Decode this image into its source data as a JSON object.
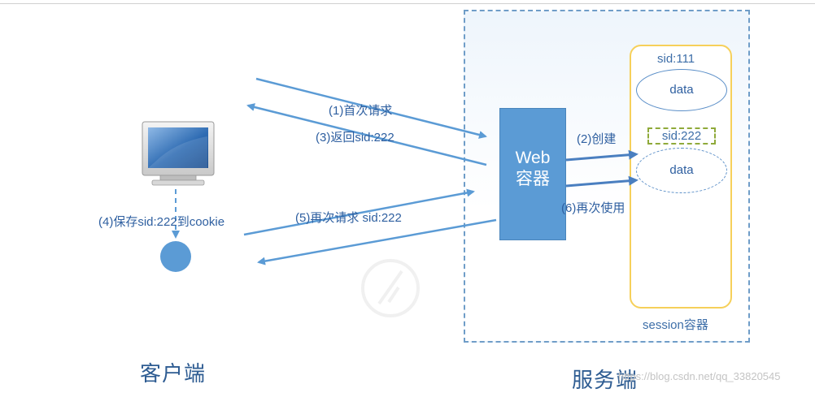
{
  "client": {
    "title": "客户端",
    "save_cookie_label": "(4)保存sid:222到cookie"
  },
  "server": {
    "title": "服务端",
    "web_container_line1": "Web",
    "web_container_line2": "容器",
    "session_container_label": "session容器"
  },
  "sessions": [
    {
      "sid_label": "sid:111",
      "data_label": "data"
    },
    {
      "sid_label": "sid:222",
      "data_label": "data"
    }
  ],
  "arrows": {
    "first_request": "(1)首次请求",
    "return_sid": "(3)返回sid:222",
    "request_again": "(5)再次请求 sid:222",
    "create": "(2)创建",
    "use_again": "(6)再次使用"
  },
  "watermark": {
    "url": "https://blog.csdn.net/qq_33820545"
  },
  "colors": {
    "arrow": "#5b9bd5",
    "web_container": "#5b9bd5",
    "server_border": "#6f9dc8",
    "session_border": "#f6d05a",
    "label_text": "#2e5fa0"
  }
}
